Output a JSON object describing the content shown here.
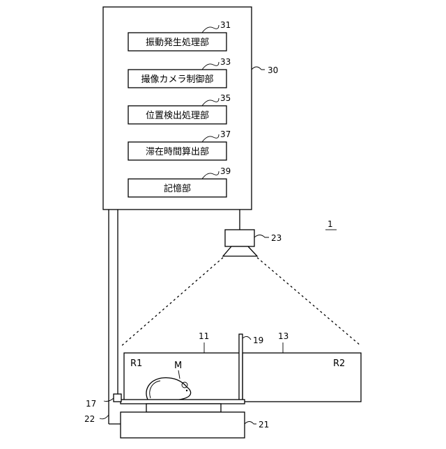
{
  "diagram": {
    "controller": {
      "ref": "30",
      "modules": [
        {
          "label": "振動発生処理部",
          "ref": "31"
        },
        {
          "label": "撮像カメラ制御部",
          "ref": "33"
        },
        {
          "label": "位置検出処理部",
          "ref": "35"
        },
        {
          "label": "滞在時間算出部",
          "ref": "37"
        },
        {
          "label": "記憶部",
          "ref": "39"
        }
      ]
    },
    "system_ref": "1",
    "camera_ref": "23",
    "cage_left_ref": "11",
    "partition_ref": "19",
    "cage_right_ref": "13",
    "region_left": "R1",
    "region_right": "R2",
    "animal": "M",
    "sensor_ref": "17",
    "cable_ref": "22",
    "vibrator_ref": "21"
  }
}
